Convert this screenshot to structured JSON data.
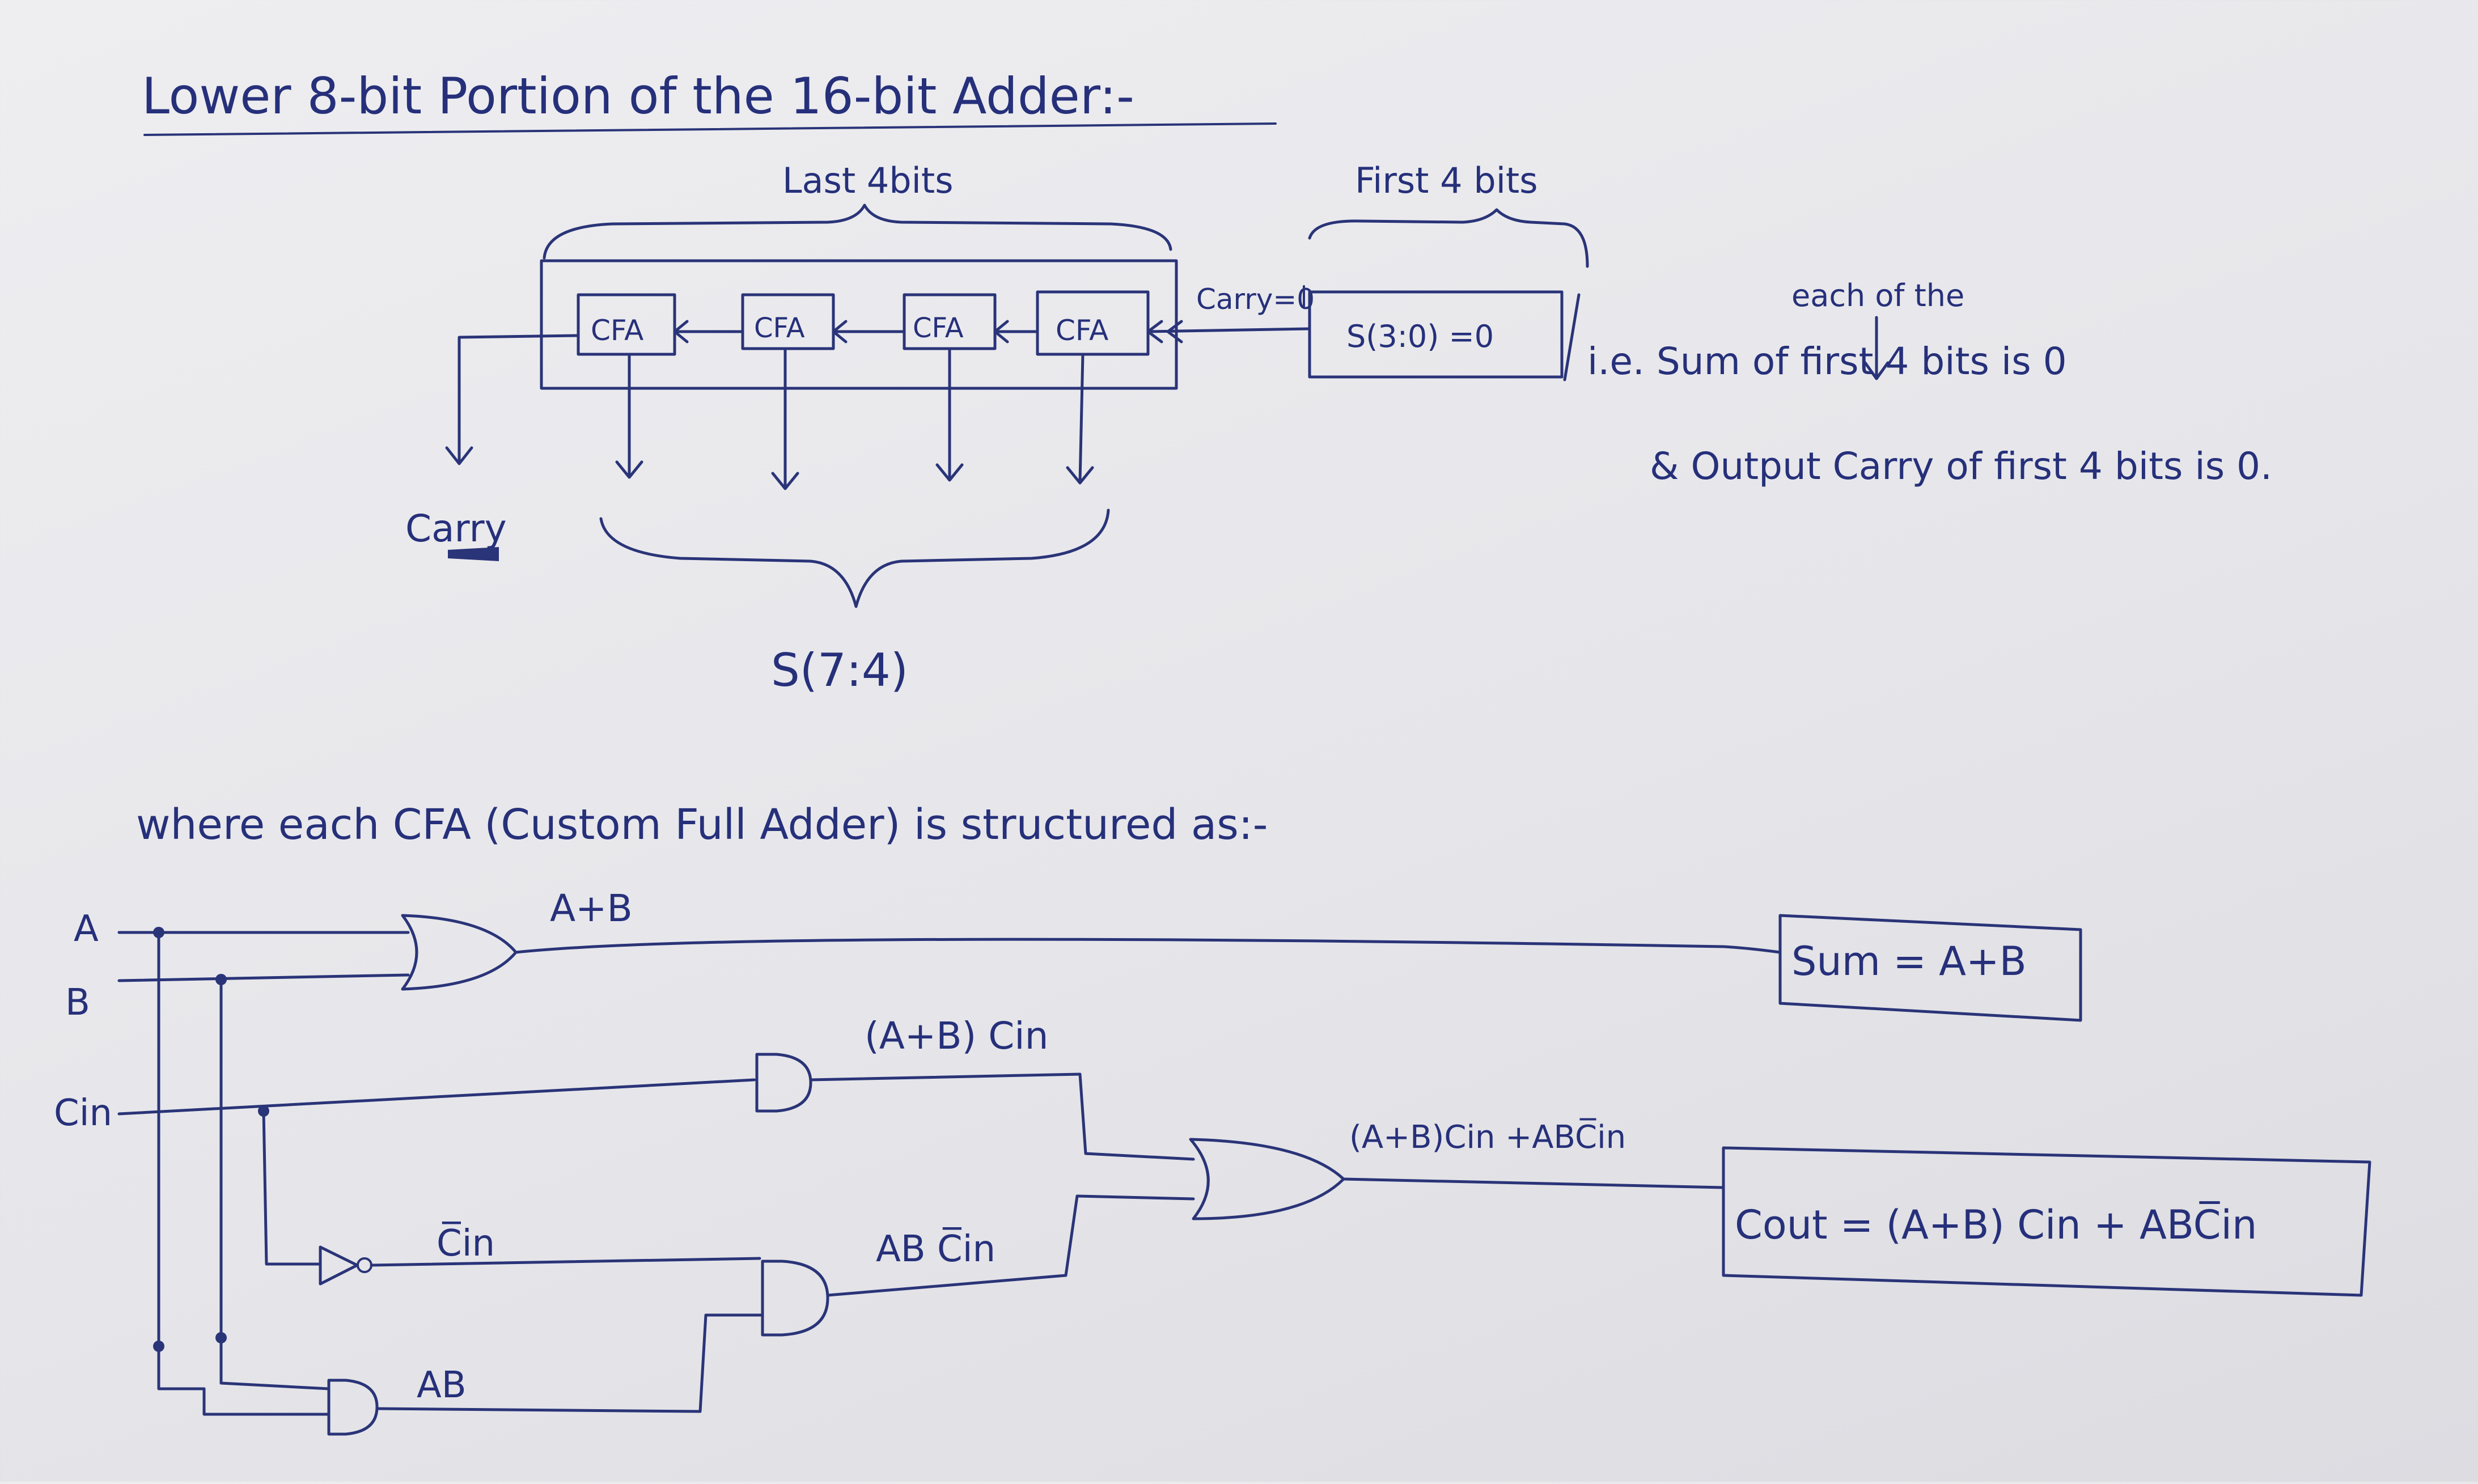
{
  "header": {
    "title": "Lower 8-bit Portion of the 16-bit Adder:-"
  },
  "block_diagram": {
    "last_bits_label": "Last 4bits",
    "first_bits_label": "First 4 bits",
    "cfa_blocks": [
      "CFA",
      "CFA",
      "CFA",
      "CFA"
    ],
    "carry_in_label": "Carry=0",
    "first_sum_label": "S(3:0) =0",
    "carry_out_label": "Carry",
    "sum_range_label": "S(7:4)"
  },
  "notes": {
    "each_of_the": "each of the",
    "line1": "i.e. Sum of first 4 bits is 0",
    "line2": "& Output Carry of first 4 bits is 0."
  },
  "caption": "where each CFA (Custom Full Adder) is structured as:-",
  "circuit": {
    "input_a": "A",
    "input_b": "B",
    "input_cin": "Cin",
    "or_output": "A+B",
    "sum_output": "Sum = A+B",
    "and1_output": "(A+B) Cin",
    "not_output": "C̅in",
    "and2_output": "AB C̅in",
    "and3_output": "AB",
    "or2_output": "(A+B)Cin +ABC̅in",
    "cout_output": "Cout = (A+B) Cin + ABC̅in"
  }
}
